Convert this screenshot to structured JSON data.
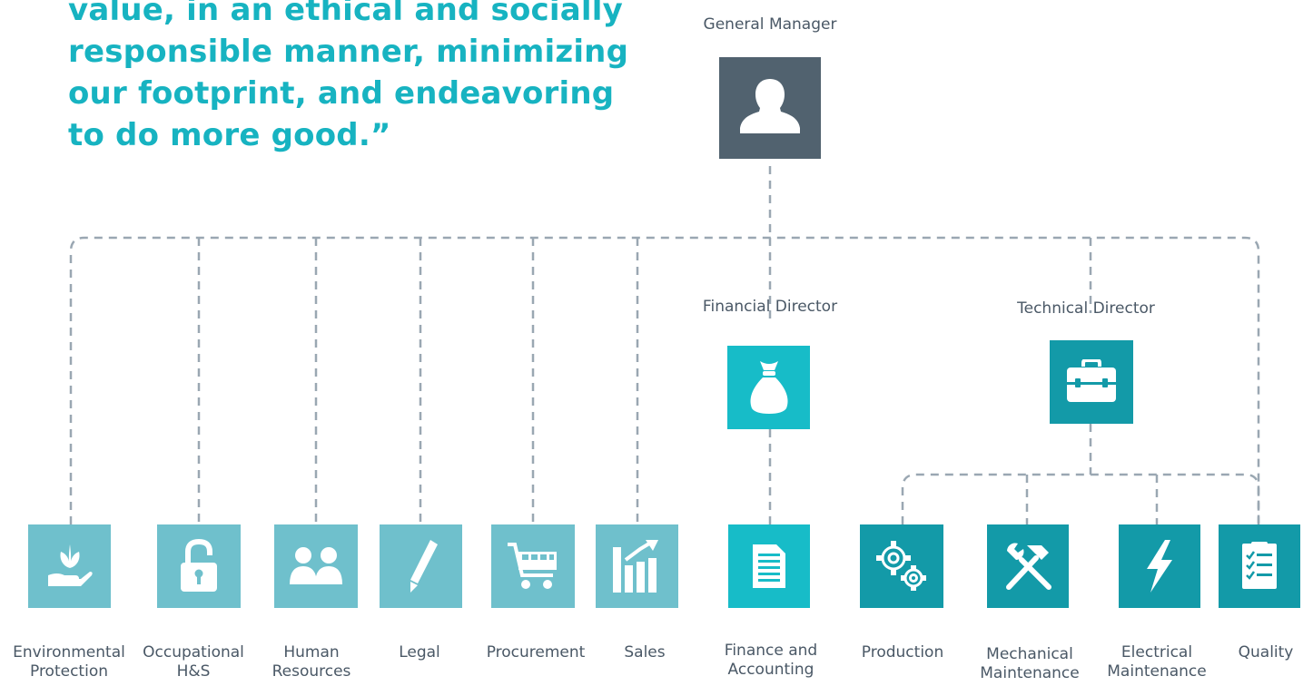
{
  "mission_quote": {
    "lines": [
      "value, in an ethical and socially",
      "responsible manner, minimizing",
      "our footprint, and endeavoring",
      "to do more good.”"
    ]
  },
  "chart": {
    "general_manager": {
      "title": "General Manager",
      "icon": "person-icon"
    },
    "financial_director": {
      "title": "Financial Director",
      "icon": "money-bag-icon"
    },
    "technical_director": {
      "title": "Technical Director",
      "icon": "briefcase-icon"
    },
    "departments": [
      {
        "id": "env",
        "line1": "Environmental",
        "line2": "Protection",
        "icon": "hand-plant-icon"
      },
      {
        "id": "ohs",
        "line1": "Occupational",
        "line2": "H&S",
        "icon": "padlock-icon"
      },
      {
        "id": "hr",
        "line1": "Human",
        "line2": "Resources",
        "icon": "people-icon"
      },
      {
        "id": "legal",
        "line1": "Legal",
        "line2": "",
        "icon": "pencil-icon"
      },
      {
        "id": "proc",
        "line1": "Procurement",
        "line2": "",
        "icon": "cart-icon"
      },
      {
        "id": "sales",
        "line1": "Sales",
        "line2": "",
        "icon": "growth-chart-icon"
      },
      {
        "id": "fin",
        "line1": "Finance and",
        "line2": "Accounting",
        "icon": "document-icon"
      },
      {
        "id": "prod",
        "line1": "Production",
        "line2": "",
        "icon": "gears-icon"
      },
      {
        "id": "mech",
        "line1": "Mechanical",
        "line2": "Maintenance",
        "icon": "tools-icon"
      },
      {
        "id": "elec",
        "line1": "Electrical",
        "line2": "Maintenance",
        "icon": "lightning-icon"
      },
      {
        "id": "qual",
        "line1": "Quality",
        "line2": "",
        "icon": "checklist-icon"
      }
    ]
  },
  "colors": {
    "quote": "#17b3c1",
    "general_manager_box": "#51626f",
    "staff_box": "#6fc0cc",
    "financial_box": "#17bcc8",
    "technical_box": "#139aa8",
    "connector": "#9aa7b2",
    "label_text": "#4a5866"
  }
}
